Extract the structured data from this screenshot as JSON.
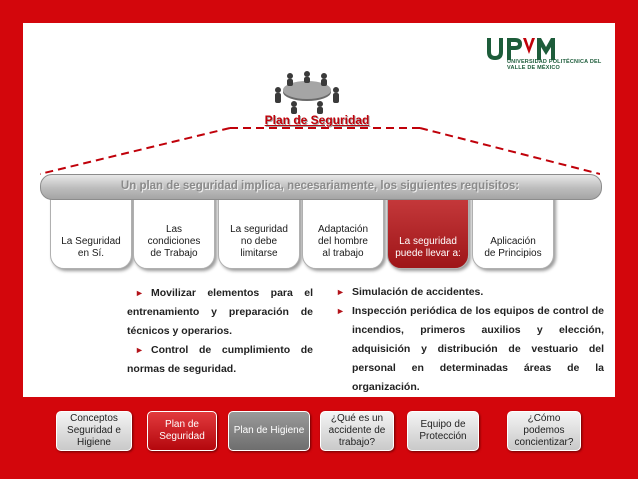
{
  "logo": {
    "name": "UPVM",
    "subtitle": "UNIVERSIDAD POLITÉCNICA DEL VALLE DE MÉXICO"
  },
  "title": "Plan de Seguridad",
  "banner": "Un plan de seguridad implica, necesariamente, los siguientes requisitos:",
  "requirements": [
    {
      "label": "La Seguridad\nen Sí."
    },
    {
      "label": "Las\ncondiciones\nde Trabajo"
    },
    {
      "label": "La seguridad\nno debe\nlimitarse"
    },
    {
      "label": "Adaptación\ndel hombre\nal trabajo"
    },
    {
      "label": "La seguridad\npuede llevar a:"
    },
    {
      "label": "Aplicación\nde Principios"
    }
  ],
  "left_bullets": [
    "Movilizar elementos para el entrenamiento y preparación de técnicos y operarios.",
    "Control de cumplimiento de normas de seguridad."
  ],
  "right_bullets": [
    "Simulación de accidentes.",
    "Inspección periódica de los equipos de control de incendios, primeros auxilios y elección, adquisición y distribución de vestuario del personal en determinadas áreas de la organización."
  ],
  "nav": [
    {
      "label": "Conceptos\nSeguridad e\nHigiene"
    },
    {
      "label": "Plan de\nSeguridad"
    },
    {
      "label": "Plan de Higiene"
    },
    {
      "label": "¿Qué es un\naccidente de\ntrabajo?"
    },
    {
      "label": "Equipo de\nProtección"
    },
    {
      "label": "¿Cómo\npodemos\nconcientizar?"
    }
  ],
  "colors": {
    "frame": "#d3060c",
    "accent": "#c0010a",
    "banner": "#bcbcbc",
    "logo_green": "#1d5c3a"
  }
}
